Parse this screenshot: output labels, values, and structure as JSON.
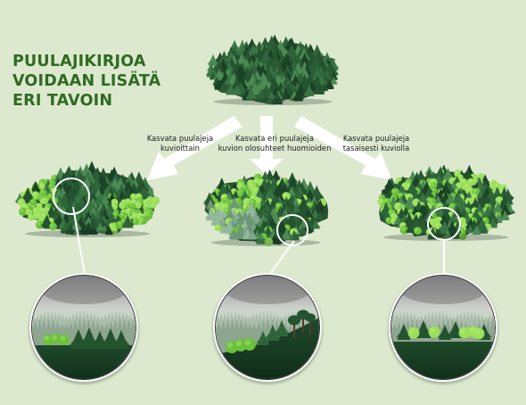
{
  "heading": {
    "line1": "PUULAJIKIRJOA",
    "line2": "VOIDAAN LISÄTÄ",
    "line3": "ERI TAVOIN"
  },
  "methods": [
    {
      "line1": "Kasvata puulajeja",
      "line2": "kuvioittain"
    },
    {
      "line1": "Kasvata eri puulajeja",
      "line2": "kuvion olosuhteet huomioiden"
    },
    {
      "line1": "Kasvata puulajeja",
      "line2": "tasaisesti kuviolla"
    }
  ],
  "colors": {
    "background": "#dde9cf",
    "title": "#2f6b23",
    "conifer_dark": "#1f4a2b",
    "conifer": "#2f6a3d",
    "broadleaf": "#6bc23a",
    "broadleaf_light": "#9be05a",
    "arrow": "#ffffff"
  },
  "icons": [
    "forest-icon",
    "arrow-icon",
    "magnifier-circle-icon"
  ]
}
